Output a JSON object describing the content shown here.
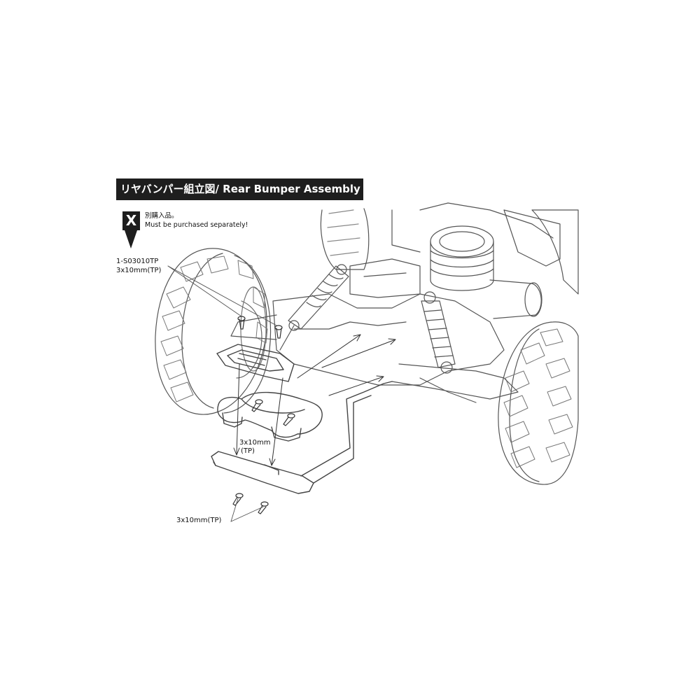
{
  "header": {
    "title": "リヤバンパー組立図/ Rear Bumper Assembly"
  },
  "legend": {
    "mark": "X",
    "note_jp": "別購入品。",
    "note_en": "Must be purchased separately!"
  },
  "parts": {
    "screw_part_number": "1-S03010TP",
    "screw_size_top": "3x10mm(TP)",
    "screw_size_mid_line1": "3x10mm",
    "screw_size_mid_line2": "(TP)",
    "screw_size_bottom": "3x10mm(TP)"
  }
}
